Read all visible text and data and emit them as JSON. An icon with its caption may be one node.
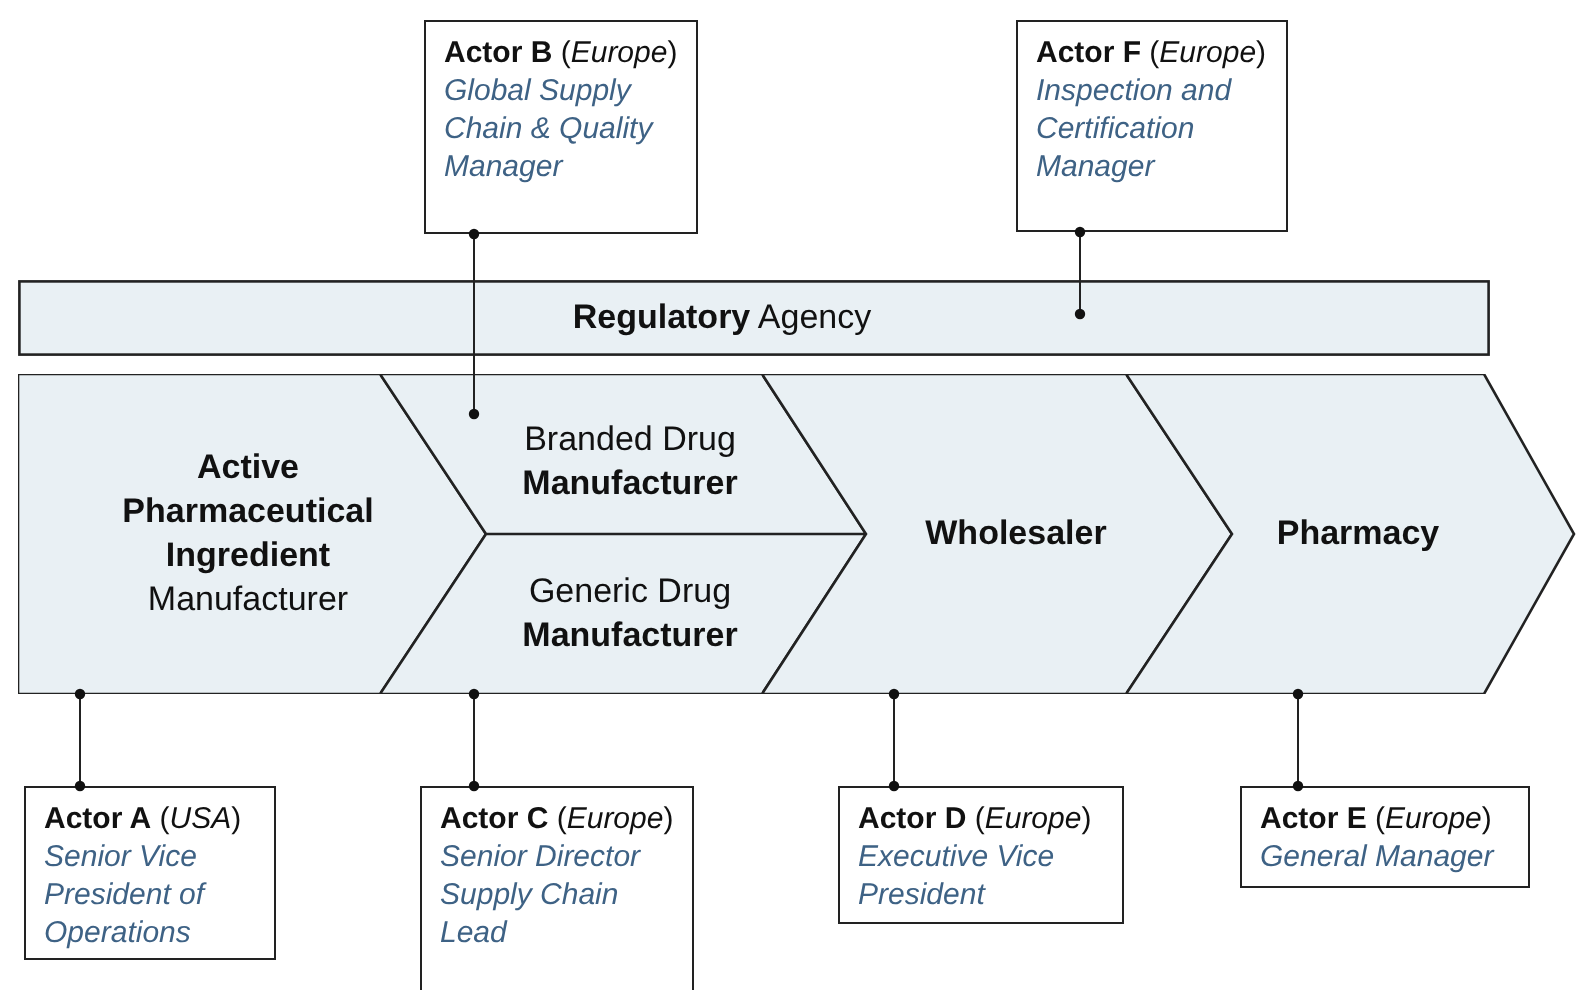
{
  "diagram": {
    "nodes": [
      {
        "text": [
          "**Actor B** (*Europe*)",
          "Global Supply Chain & Quality Manager"
        ]
      },
      {
        "text": [
          "**Actor F** (*Europe*)",
          "Inspection and Certification Manager"
        ]
      },
      {
        "text": [
          "**Regulatory** Agency"
        ]
      },
      {
        "text": [
          "**Active Pharmaceutical Ingredient** Manufacturer"
        ]
      },
      {
        "text": [
          "Branded Drug **Manufacturer**"
        ]
      },
      {
        "text": [
          "Generic Drug **Manufacturer**"
        ]
      },
      {
        "text": [
          "Wholesaler"
        ]
      },
      {
        "text": [
          "Pharmacy"
        ]
      },
      {
        "text": [
          "**Actor A** (*USA*)",
          "Senior Vice President of Operations"
        ]
      },
      {
        "text": [
          "**Actor C** (*Europe*)",
          "Senior Director Supply Chain Lead"
        ]
      },
      {
        "text": [
          "**Actor D** (*Europe*)",
          "Executive Vice President"
        ]
      },
      {
        "text": [
          "**Actor E** (*Europe*)",
          "General Manager"
        ]
      }
    ],
    "edges": [
      {
        "from": 0,
        "to": 4,
        "arrow": "other"
      },
      {
        "from": 1,
        "to": 2,
        "arrow": "other"
      },
      {
        "from": 8,
        "to": 3,
        "arrow": "other"
      },
      {
        "from": 9,
        "to": 5,
        "arrow": "other"
      },
      {
        "from": 10,
        "to": 6,
        "arrow": "other"
      },
      {
        "from": 11,
        "to": 7,
        "arrow": "other"
      }
    ]
  }
}
